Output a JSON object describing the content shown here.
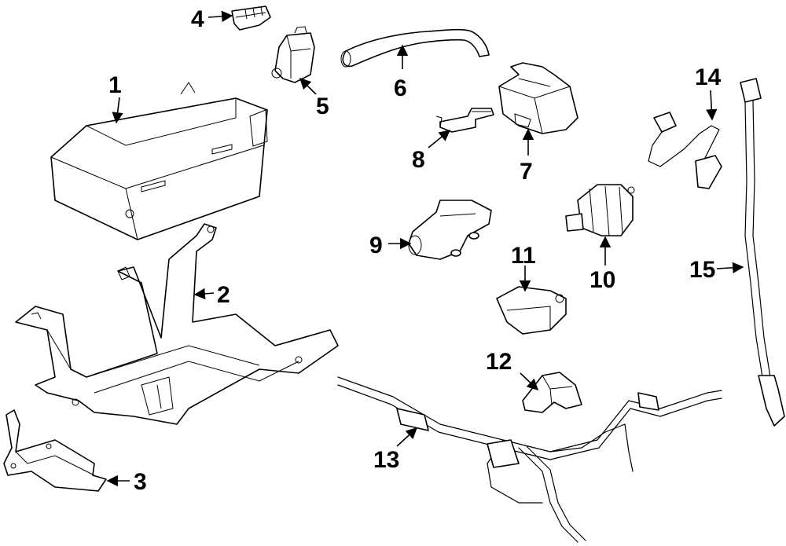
{
  "diagram": {
    "line_color": "#000000",
    "background": "#ffffff",
    "callouts": [
      "1",
      "2",
      "3",
      "4",
      "5",
      "6",
      "7",
      "8",
      "9",
      "10",
      "11",
      "12",
      "13",
      "14",
      "15"
    ]
  }
}
